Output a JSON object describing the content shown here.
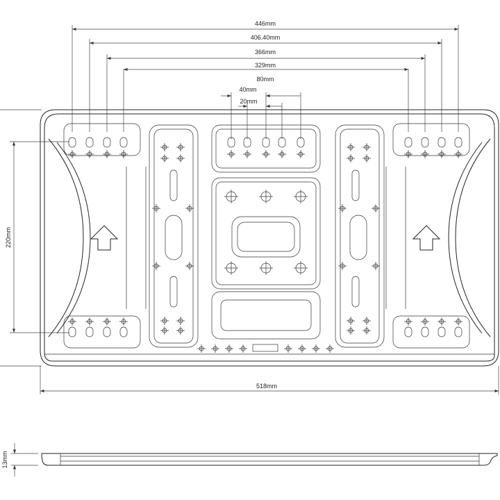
{
  "drawing": {
    "dimensions": {
      "width_446": "446mm",
      "width_406": "406.40mm",
      "width_366": "366mm",
      "width_329": "329mm",
      "width_80": "80mm",
      "width_40": "40mm",
      "width_20": "20mm",
      "height_220": "220mm",
      "overall_width": "518mm",
      "thickness": "13mm"
    },
    "line_color": "#222222",
    "background": "#ffffff"
  }
}
